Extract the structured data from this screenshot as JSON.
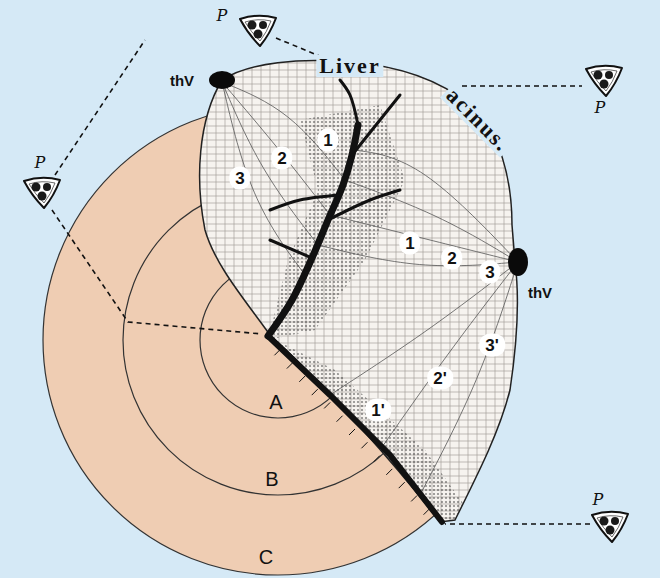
{
  "diagram": {
    "labels": [
      "P",
      "P",
      "thV",
      "Liver",
      "acinus.",
      "P",
      "3",
      "2",
      "1",
      "1",
      "2",
      "3",
      "thV",
      "3'",
      "2'",
      "1'",
      "A",
      "B",
      "C",
      "P"
    ]
  }
}
